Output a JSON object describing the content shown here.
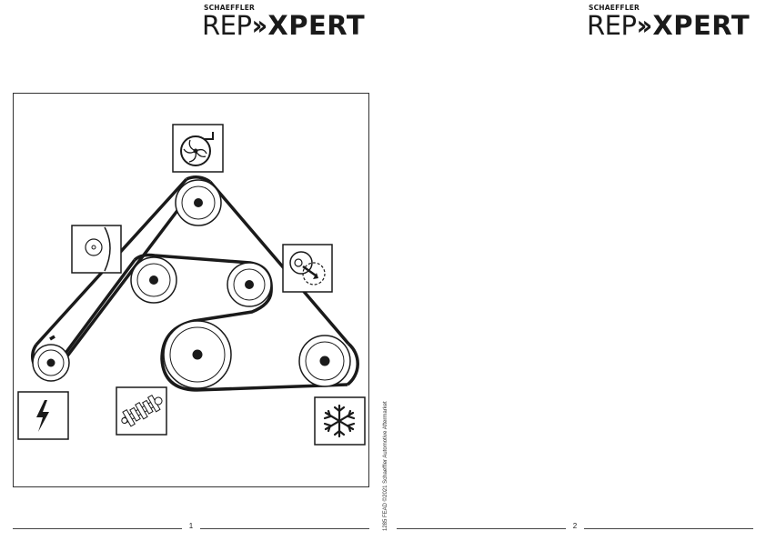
{
  "pages": [
    {
      "logo": {
        "brand_small": "SCHAEFFLER",
        "rep": "REP",
        "chevron": "››",
        "xpert": "XPERT"
      },
      "page_number": "1"
    },
    {
      "logo": {
        "brand_small": "SCHAEFFLER",
        "rep": "REP",
        "chevron": "››",
        "xpert": "XPERT"
      },
      "page_number": "2"
    }
  ],
  "vertical_caption": "1285 FEAD  ©2021  Schaeffler Automotive Aftermarket",
  "diagram": {
    "components": [
      {
        "name": "water-pump",
        "icon": "water-pump-icon"
      },
      {
        "name": "idler-pulley",
        "icon": "idler-pulley-icon"
      },
      {
        "name": "tensioner",
        "icon": "tensioner-icon"
      },
      {
        "name": "alternator",
        "icon": "lightning-icon"
      },
      {
        "name": "crankshaft",
        "icon": "crankshaft-icon"
      },
      {
        "name": "ac-compressor",
        "icon": "snowflake-icon"
      }
    ]
  },
  "colors": {
    "ink": "#1a1a1a",
    "rule": "#444444",
    "background": "#ffffff"
  }
}
